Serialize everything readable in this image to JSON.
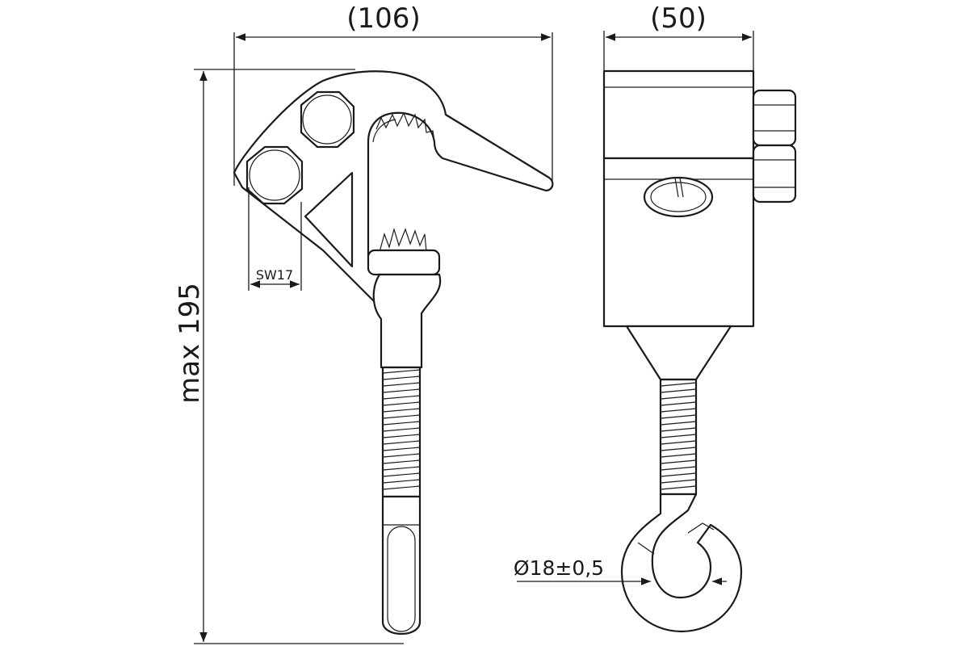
{
  "dimensions": {
    "width_label": "(106)",
    "depth_label": "(50)",
    "height_label": "max 195",
    "wrench_label": "SW17",
    "hook_diameter_label": "Ø18±0,5"
  },
  "colors": {
    "line": "#1a1a1a",
    "background": "#ffffff"
  }
}
